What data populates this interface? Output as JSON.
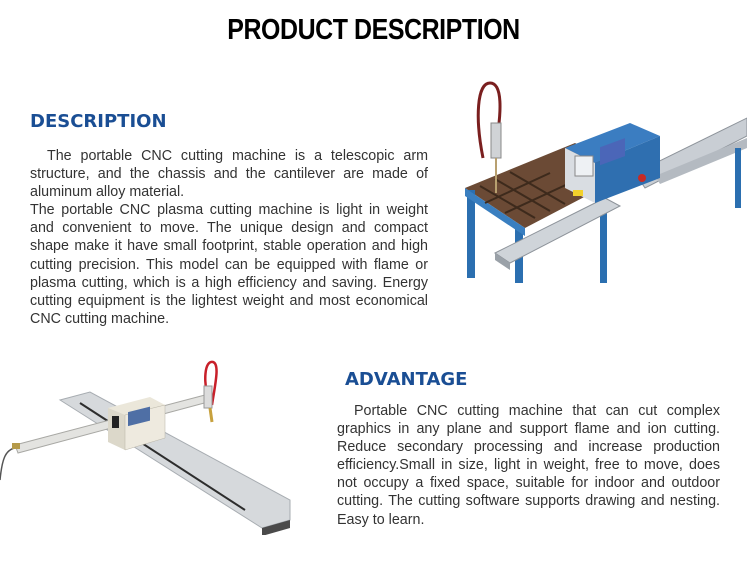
{
  "header": {
    "title": "PRODUCT DESCRIPTION"
  },
  "description": {
    "heading": "DESCRIPTION",
    "paragraphs": [
      "The portable CNC cutting machine is a telescopic arm structure, and the chassis and the cantilever are made of aluminum alloy material.",
      "The portable CNC plasma cutting machine is light in weight and convenient to move. The unique design and compact shape make it have small footprint, stable operation and high cutting precision. This model can be equipped with flame or plasma cutting, which is a high efficiency and saving. Energy cutting equipment is the lightest weight and most economical CNC cutting machine."
    ]
  },
  "advantage": {
    "heading": "ADVANTAGE",
    "paragraphs": [
      "Portable CNC cutting machine that can cut complex graphics in any plane and support flame and ion cutting. Reduce secondary processing and increase production efficiency.Small in size, light in weight, free to move, does not occupy a fixed space, suitable for indoor and outdoor cutting. The cutting software supports drawing and nesting. Easy to learn."
    ]
  },
  "images": {
    "top_right": "blue portable CNC plasma cutting machine on table",
    "bottom_left": "white portable CNC cutting machine on aluminum rail"
  },
  "colors": {
    "heading": "#1a4e94",
    "title": "#000000",
    "body": "#333333"
  }
}
